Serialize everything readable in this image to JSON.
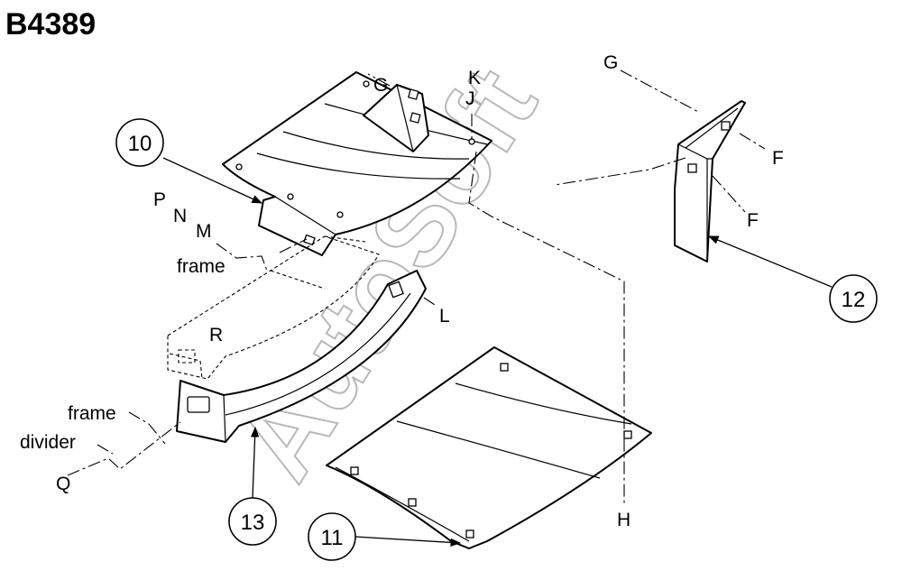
{
  "diagram": {
    "title": "B4389",
    "watermark": "AutoSoft",
    "callouts": [
      "10",
      "11",
      "12",
      "13"
    ],
    "labels": {
      "g_top": "G",
      "k": "K",
      "j": "J",
      "g_right": "G",
      "f_upper": "F",
      "f_lower": "F",
      "p": "P",
      "n": "N",
      "m": "M",
      "frame_upper": "frame",
      "l": "L",
      "r": "R",
      "frame_lower": "frame",
      "divider": "divider",
      "q": "Q",
      "h": "H"
    }
  }
}
